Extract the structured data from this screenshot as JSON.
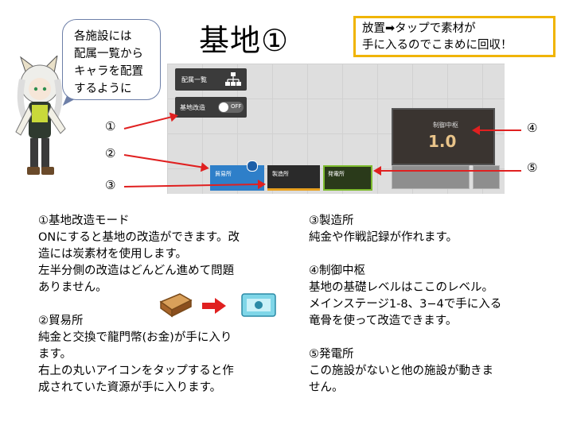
{
  "title": "基地①",
  "bubble_lines": [
    "各施設には",
    "配属一覧から",
    "キャラを配置",
    "するように"
  ],
  "note_lines": [
    "放置➡タップで素材が",
    "手に入るのでこまめに回収！"
  ],
  "game": {
    "roster_label": "配属一覧",
    "rebuild_label": "基地改造",
    "toggle_label": "OFF",
    "control_center_label": "制御中枢",
    "control_center_level": "1.0",
    "trade_label": "貿易所",
    "factory_label": "製造所",
    "power_label": "発電所"
  },
  "callouts": [
    "①",
    "②",
    "③",
    "④",
    "⑤"
  ],
  "left_col": {
    "s1_title": "①基地改造モード",
    "s1_lines": [
      "ONにすると基地の改造ができます。改",
      "造には炭素材を使用します。",
      "左半分側の改造はどんどん進めて問題",
      "ありません。"
    ],
    "s2_title": "②貿易所",
    "s2_lines": [
      "純金と交換で龍門幣(お金)が手に入り",
      "ます。",
      "右上の丸いアイコンをタップすると作",
      "成されていた資源が手に入ります。"
    ]
  },
  "right_col": {
    "s3_title": "③製造所",
    "s3_lines": [
      "純金や作戦記録が作れます。"
    ],
    "s4_title": "④制御中枢",
    "s4_lines": [
      "基地の基礎レベルはここのレベル。",
      "メインステージ1-8、3−4で手に入る",
      "竜骨を使って改造できます。"
    ],
    "s5_title": "⑤発電所",
    "s5_lines": [
      "この施設がないと他の施設が動きま",
      "せん。"
    ]
  },
  "colors": {
    "arrow": "#e02020",
    "note_border": "#f0b400",
    "trade": "#2e7fc9",
    "factory": "#e8a020",
    "power": "#7dbb2e"
  }
}
